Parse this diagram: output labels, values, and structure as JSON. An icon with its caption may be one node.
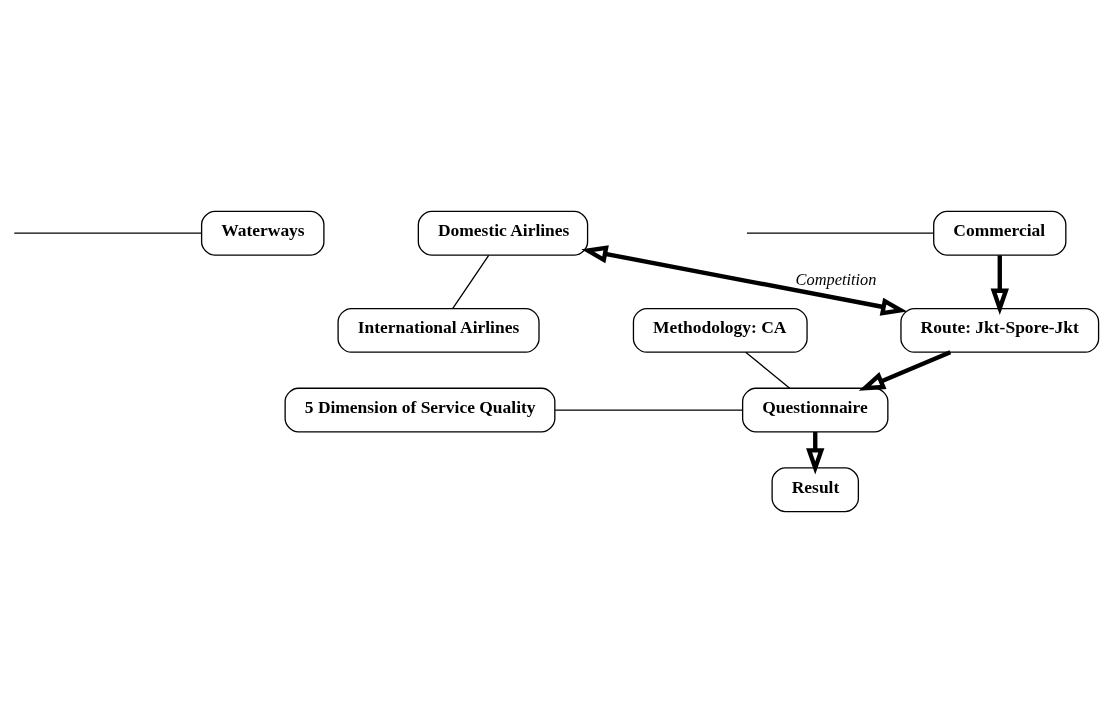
{
  "diagram": {
    "nodes": [
      {
        "text": [
          "Waterways"
        ]
      },
      {
        "text": [
          "Commercial"
        ]
      },
      {
        "text": [
          "Domestic Airlines"
        ]
      },
      {
        "text": [
          "International Airlines"
        ]
      },
      {
        "text": [
          "Route: Jkt-Spore-Jkt"
        ]
      },
      {
        "text": [
          "Questionnaire"
        ]
      },
      {
        "text": [
          "5 Dimension of Service Quality"
        ]
      },
      {
        "text": [
          "Methodology: CA"
        ]
      },
      {
        "text": [
          "Result"
        ]
      }
    ],
    "edges": [
      {
        "from": null,
        "to": 0,
        "arrow": "none"
      },
      {
        "from": null,
        "to": 1,
        "arrow": "none"
      },
      {
        "from": 1,
        "to": 4,
        "arrow": "to",
        "style": "thick"
      },
      {
        "from": 2,
        "to": 3,
        "arrow": "none"
      },
      {
        "from": 2,
        "to": 4,
        "arrow": "both",
        "style": "thick",
        "label": "Competition"
      },
      {
        "from": 4,
        "to": 5,
        "arrow": "to",
        "style": "thick"
      },
      {
        "from": 6,
        "to": 5,
        "arrow": "none"
      },
      {
        "from": 7,
        "to": 5,
        "arrow": "none"
      },
      {
        "from": 5,
        "to": 8,
        "arrow": "to",
        "style": "thick"
      }
    ]
  }
}
